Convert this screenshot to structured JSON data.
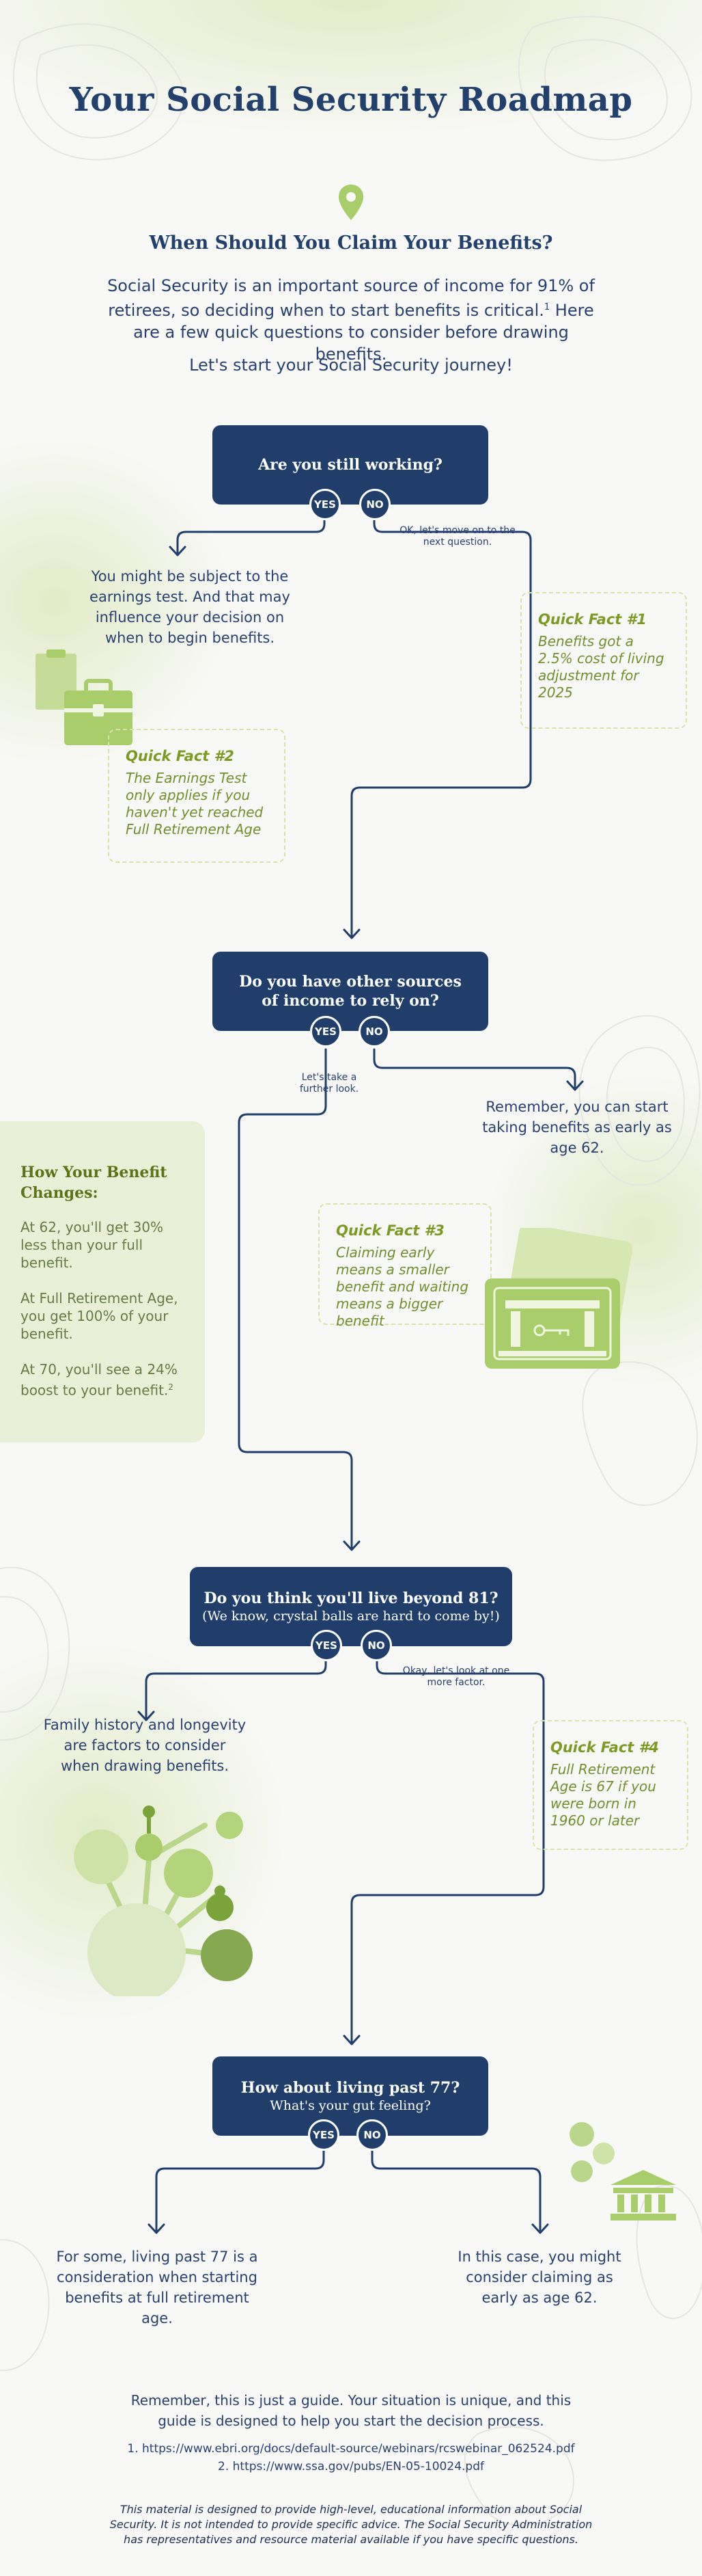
{
  "header": {
    "title": "Your Social Security Roadmap",
    "subtitle": "When Should You Claim Your Benefits?",
    "intro": "Social Security is an important source of income for 91% of retirees, so deciding when to start benefits is critical.",
    "intro_sup": "1",
    "intro_tail": " Here are a few quick questions to consider before drawing benefits.",
    "journey": "Let's start your Social Security journey!"
  },
  "colors": {
    "navy": "#213e6b",
    "green": "#a9cd6a",
    "fact_text": "#738e2f"
  },
  "icons": [
    "location-pin-icon",
    "briefcase-icon",
    "bank-card-icon",
    "family-tree-icon",
    "coins-bank-icon"
  ],
  "yes_label": "YES",
  "no_label": "NO",
  "q1": {
    "question": "Are you still working?",
    "no_note": "OK, let's move on to the next question.",
    "yes_text": "You might be subject to the earnings test. And that may influence your decision on when to begin benefits."
  },
  "fact1": {
    "heading": "Quick Fact #1",
    "body": "Benefits got a 2.5% cost of living adjustment for 2025"
  },
  "fact2": {
    "heading": "Quick Fact #2",
    "body": "The Earnings Test only applies if you haven't yet reached Full Retirement Age"
  },
  "q2": {
    "question": "Do you have other sources of income to rely on?",
    "yes_note": "Let's take a further look.",
    "no_text": "Remember, you can start taking benefits as early as age 62."
  },
  "benefit_changes": {
    "heading": "How Your Benefit Changes:",
    "p1": "At 62, you'll get 30% less than your full benefit.",
    "p2": "At Full Retirement Age, you get 100% of your benefit.",
    "p3": "At 70, you'll see a 24% boost to your benefit.",
    "p3_sup": "2"
  },
  "fact3": {
    "heading": "Quick Fact #3",
    "body": "Claiming early means a smaller benefit and waiting means a bigger benefit"
  },
  "q3": {
    "question": "Do you think you'll live beyond 81?",
    "sub": "(We know, crystal balls are hard to come by!)",
    "no_note": "Okay, let's look at one more factor.",
    "yes_text": "Family history and longevity are factors to consider when drawing benefits."
  },
  "fact4": {
    "heading": "Quick Fact #4",
    "body": "Full Retirement Age is 67 if you were born in 1960 or later"
  },
  "q4": {
    "question": "How about living past 77?",
    "sub": "What's your gut feeling?",
    "yes_text": "For some, living past 77 is a consideration when starting benefits at full retirement age.",
    "no_text": "In this case, you might consider claiming as early as age 62."
  },
  "footer": {
    "note": "Remember, this is just a guide. Your situation is unique, and this guide is designed to help you start the decision process.",
    "ref1": "1. https://www.ebri.org/docs/default-source/webinars/rcswebinar_062524.pdf",
    "ref2": "2. https://www.ssa.gov/pubs/EN-05-10024.pdf",
    "disclaimer": "This material is designed to provide high-level, educational information about Social Security. It is not intended to provide specific advice. The Social Security Administration has representatives and resource material available if you have specific questions."
  }
}
